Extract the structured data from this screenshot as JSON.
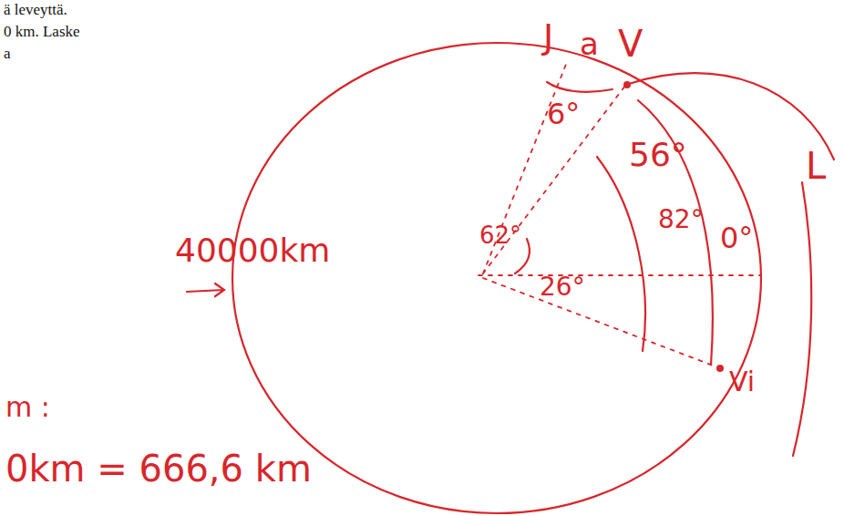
{
  "diagram": {
    "labels": [
      "ä leveyttä.",
      "0 km. Laske",
      "a",
      "J",
      "a",
      "V",
      "6°",
      "56°",
      "62°",
      "82°",
      "26°",
      "0°",
      "Vi",
      "L",
      "40000km",
      "m :",
      "0km = 666,6 km"
    ]
  }
}
